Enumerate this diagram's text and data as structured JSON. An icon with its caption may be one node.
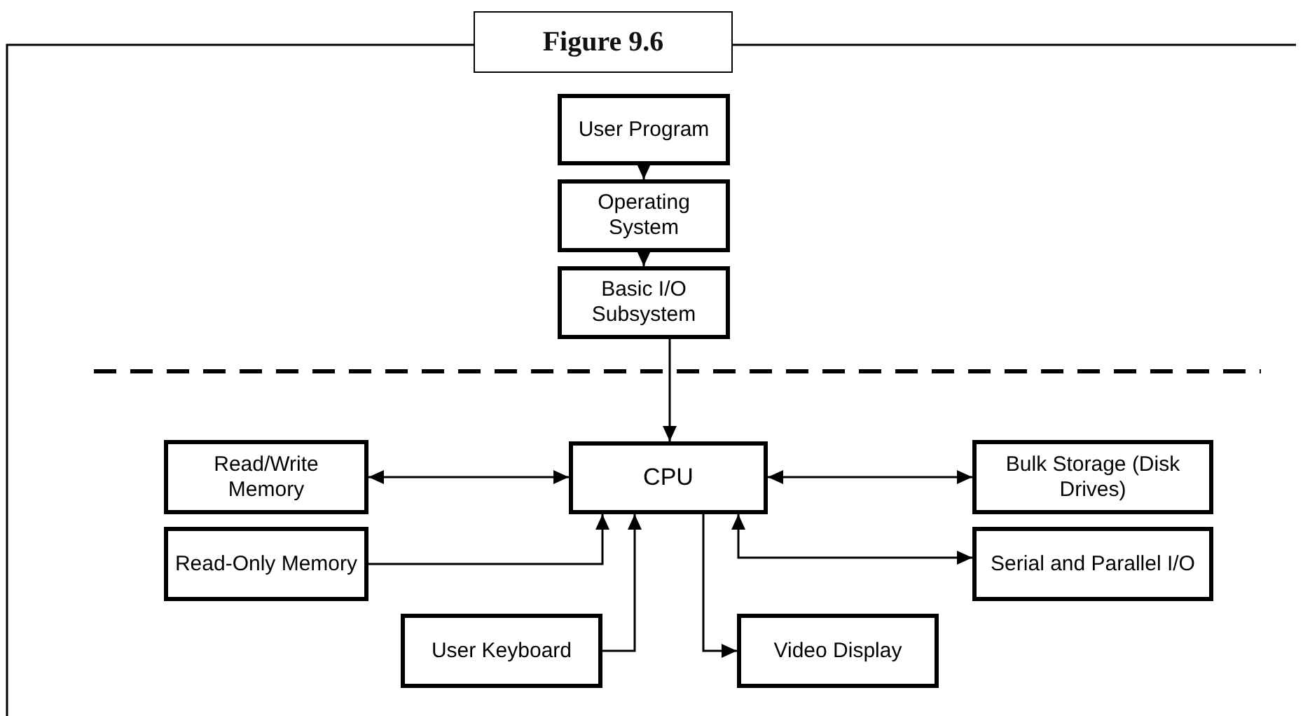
{
  "diagram": {
    "title": "Figure 9.6",
    "nodes": [
      {
        "text": [
          "User Program"
        ]
      },
      {
        "text": [
          "Operating System"
        ]
      },
      {
        "text": [
          "Basic I/O Subsystem"
        ]
      },
      {
        "text": [
          "CPU"
        ]
      },
      {
        "text": [
          "Read/Write Memory"
        ]
      },
      {
        "text": [
          "Bulk Storage (Disk Drives)"
        ]
      },
      {
        "text": [
          "Read-Only Memory"
        ]
      },
      {
        "text": [
          "Serial and Parallel I/O"
        ]
      },
      {
        "text": [
          "User Keyboard"
        ]
      },
      {
        "text": [
          "Video Display"
        ]
      }
    ],
    "edges": [
      {
        "from": 0,
        "to": 1,
        "arrow": "to"
      },
      {
        "from": 1,
        "to": 2,
        "arrow": "to"
      },
      {
        "from": 2,
        "to": 3,
        "arrow": "to"
      },
      {
        "from": 4,
        "to": 3,
        "arrow": "both"
      },
      {
        "from": 3,
        "to": 5,
        "arrow": "both"
      },
      {
        "from": 6,
        "to": 3,
        "arrow": "to"
      },
      {
        "from": 8,
        "to": 3,
        "arrow": "to"
      },
      {
        "from": 3,
        "to": 9,
        "arrow": "to"
      },
      {
        "from": 3,
        "to": 7,
        "arrow": "both"
      }
    ]
  }
}
